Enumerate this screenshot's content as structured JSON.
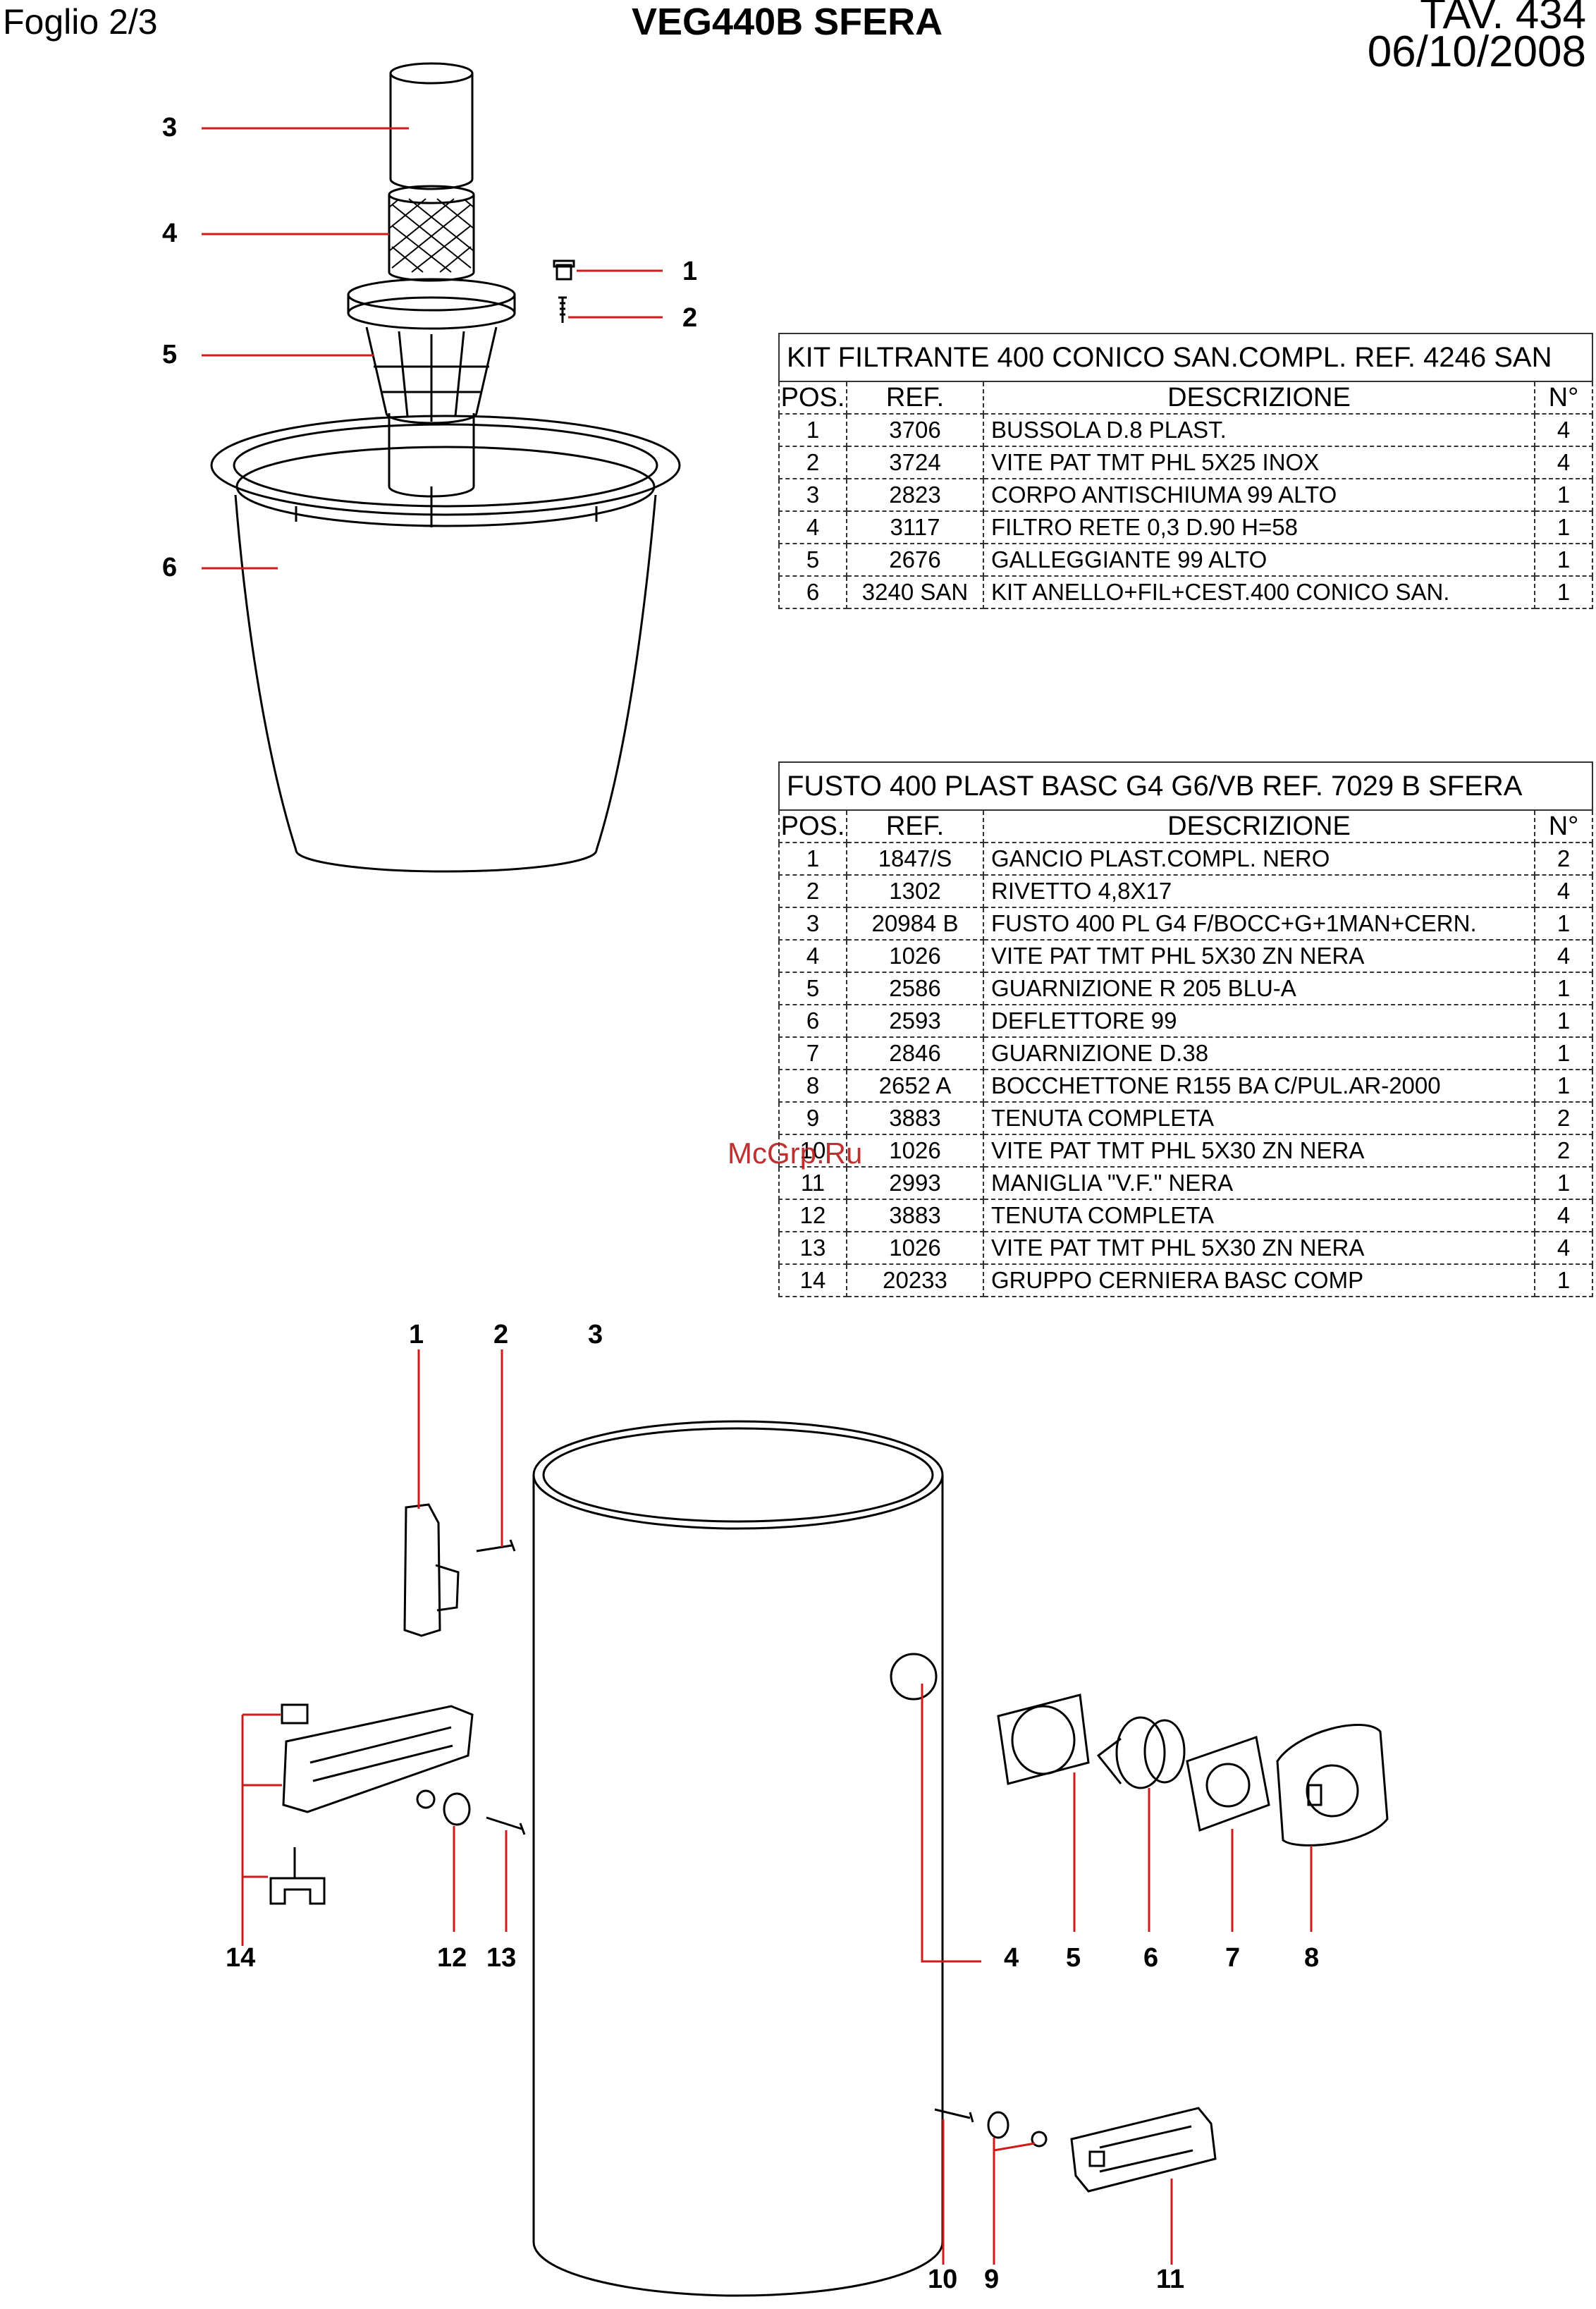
{
  "header": {
    "sheet": "Foglio 2/3",
    "model": "VEG440B SFERA",
    "tav": "TAV. 434",
    "date": "06/10/2008"
  },
  "table1": {
    "title": "KIT FILTRANTE 400 CONICO SAN.COMPL.   REF. 4246 SAN",
    "headers": [
      "POS.",
      "REF.",
      "DESCRIZIONE",
      "N°"
    ],
    "rows": [
      [
        "1",
        "3706",
        "BUSSOLA D.8 PLAST.",
        "4"
      ],
      [
        "2",
        "3724",
        "VITE PAT TMT PHL 5X25 INOX",
        "4"
      ],
      [
        "3",
        "2823",
        "CORPO ANTISCHIUMA 99 ALTO",
        "1"
      ],
      [
        "4",
        "3117",
        "FILTRO RETE 0,3 D.90 H=58",
        "1"
      ],
      [
        "5",
        "2676",
        "GALLEGGIANTE 99 ALTO",
        "1"
      ],
      [
        "6",
        "3240 SAN",
        "KIT ANELLO+FIL+CEST.400 CONICO SAN.",
        "1"
      ]
    ]
  },
  "table2": {
    "title": "FUSTO 400 PLAST BASC G4 G6/VB      REF. 7029 B SFERA",
    "headers": [
      "POS.",
      "REF.",
      "DESCRIZIONE",
      "N°"
    ],
    "rows": [
      [
        "1",
        "1847/S",
        "GANCIO PLAST.COMPL. NERO",
        "2"
      ],
      [
        "2",
        "1302",
        "RIVETTO 4,8X17",
        "4"
      ],
      [
        "3",
        "20984 B",
        "FUSTO 400 PL G4 F/BOCC+G+1MAN+CERN.",
        "1"
      ],
      [
        "4",
        "1026",
        "VITE PAT TMT PHL 5X30 ZN NERA",
        "4"
      ],
      [
        "5",
        "2586",
        "GUARNIZIONE R 205 BLU-A",
        "1"
      ],
      [
        "6",
        "2593",
        "DEFLETTORE 99",
        "1"
      ],
      [
        "7",
        "2846",
        "GUARNIZIONE D.38",
        "1"
      ],
      [
        "8",
        "2652 A",
        "BOCCHETTONE R155 BA C/PUL.AR-2000",
        "1"
      ],
      [
        "9",
        "3883",
        "TENUTA COMPLETA",
        "2"
      ],
      [
        "10",
        "1026",
        "VITE PAT TMT PHL 5X30 ZN NERA",
        "2"
      ],
      [
        "11",
        "2993",
        "MANIGLIA \"V.F.\" NERA",
        "1"
      ],
      [
        "12",
        "3883",
        "TENUTA COMPLETA",
        "4"
      ],
      [
        "13",
        "1026",
        "VITE PAT TMT PHL 5X30 ZN NERA",
        "4"
      ],
      [
        "14",
        "20233",
        "GRUPPO CERNIERA BASC COMP",
        "1"
      ]
    ]
  },
  "callouts_top": [
    "3",
    "4",
    "5",
    "6",
    "1",
    "2"
  ],
  "callouts_bottom": [
    "1",
    "2",
    "3",
    "14",
    "12",
    "13",
    "4",
    "5",
    "6",
    "7",
    "8",
    "10",
    "9",
    "11"
  ],
  "watermark": "McGrp.Ru",
  "colors": {
    "leader": "#d11a1a",
    "ink": "#000000",
    "watermark": "#b61b1b"
  }
}
